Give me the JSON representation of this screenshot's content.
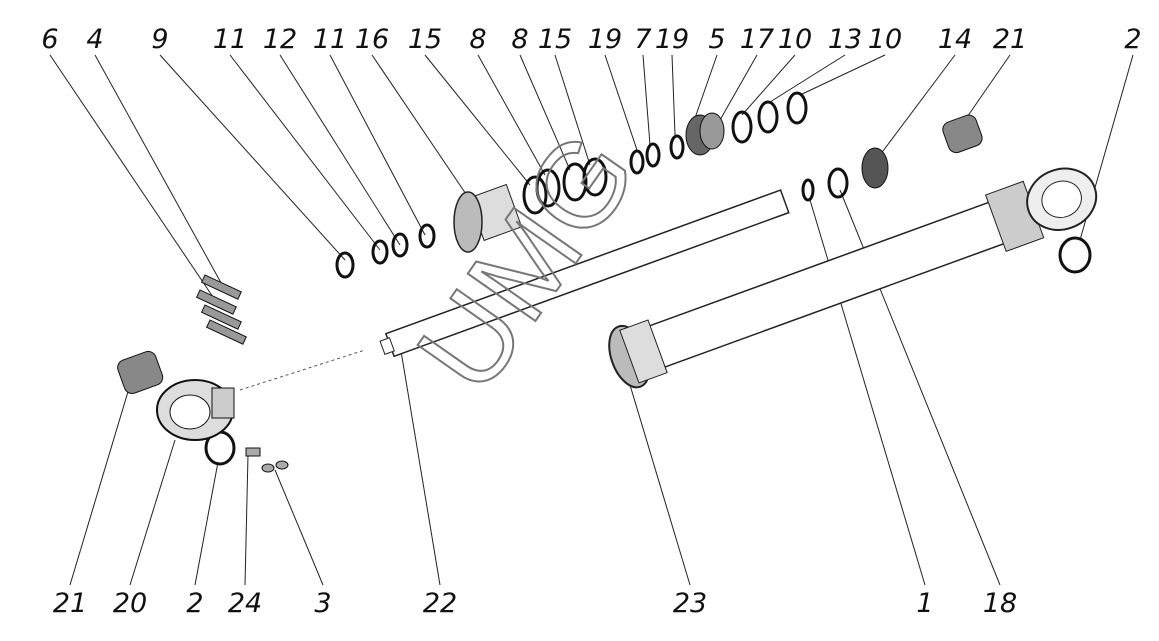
{
  "diagram": {
    "watermark": "UMG",
    "top_labels": [
      "6",
      "4",
      "9",
      "11",
      "12",
      "11",
      "16",
      "15",
      "8",
      "8",
      "15",
      "19",
      "7",
      "19",
      "5",
      "17",
      "10",
      "13",
      "10",
      "14",
      "21",
      "2"
    ],
    "bottom_labels": [
      "21",
      "20",
      "2",
      "24",
      "3",
      "22",
      "23",
      "1",
      "18"
    ]
  }
}
